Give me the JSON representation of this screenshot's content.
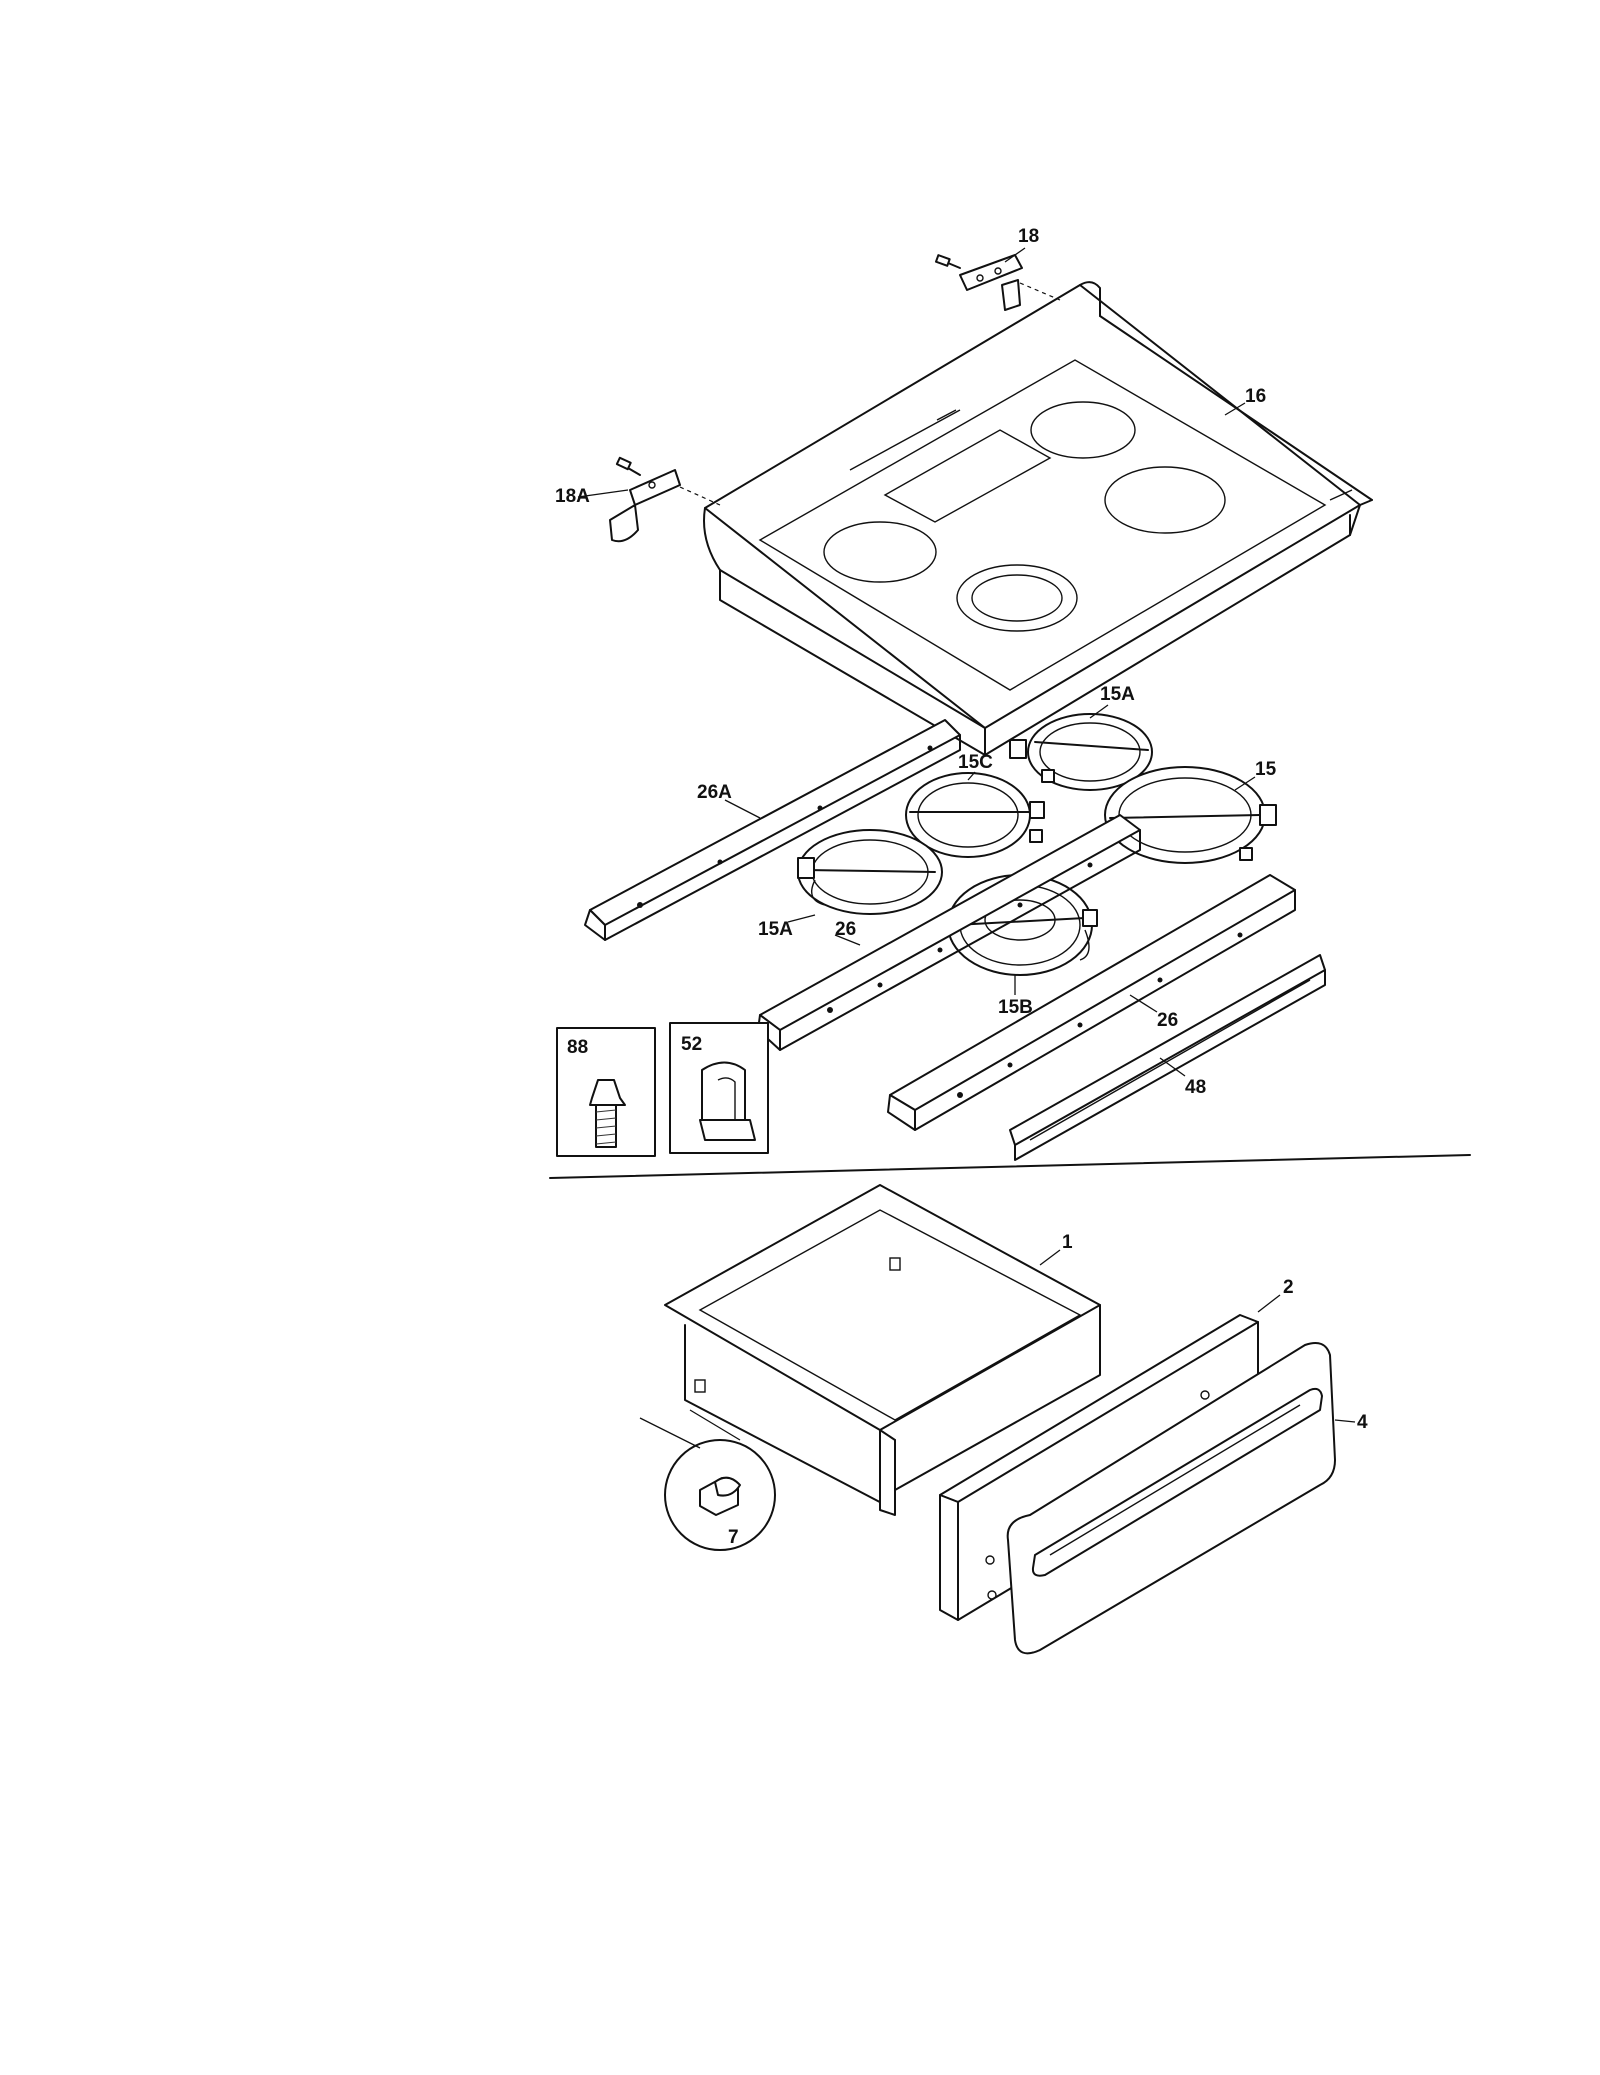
{
  "callouts": {
    "c18": "18",
    "c16": "16",
    "c18a": "18A",
    "c15a_top": "15A",
    "c15c": "15C",
    "c15": "15",
    "c26a": "26A",
    "c15a_left": "15A",
    "c26_left": "26",
    "c15b": "15B",
    "c26_right": "26",
    "c88": "88",
    "c52": "52",
    "c48": "48",
    "c1": "1",
    "c2": "2",
    "c4": "4",
    "c7": "7"
  },
  "icons": {
    "heating_element": "coil-hatch",
    "screw": "threaded-screw",
    "clip": "retaining-clip"
  }
}
